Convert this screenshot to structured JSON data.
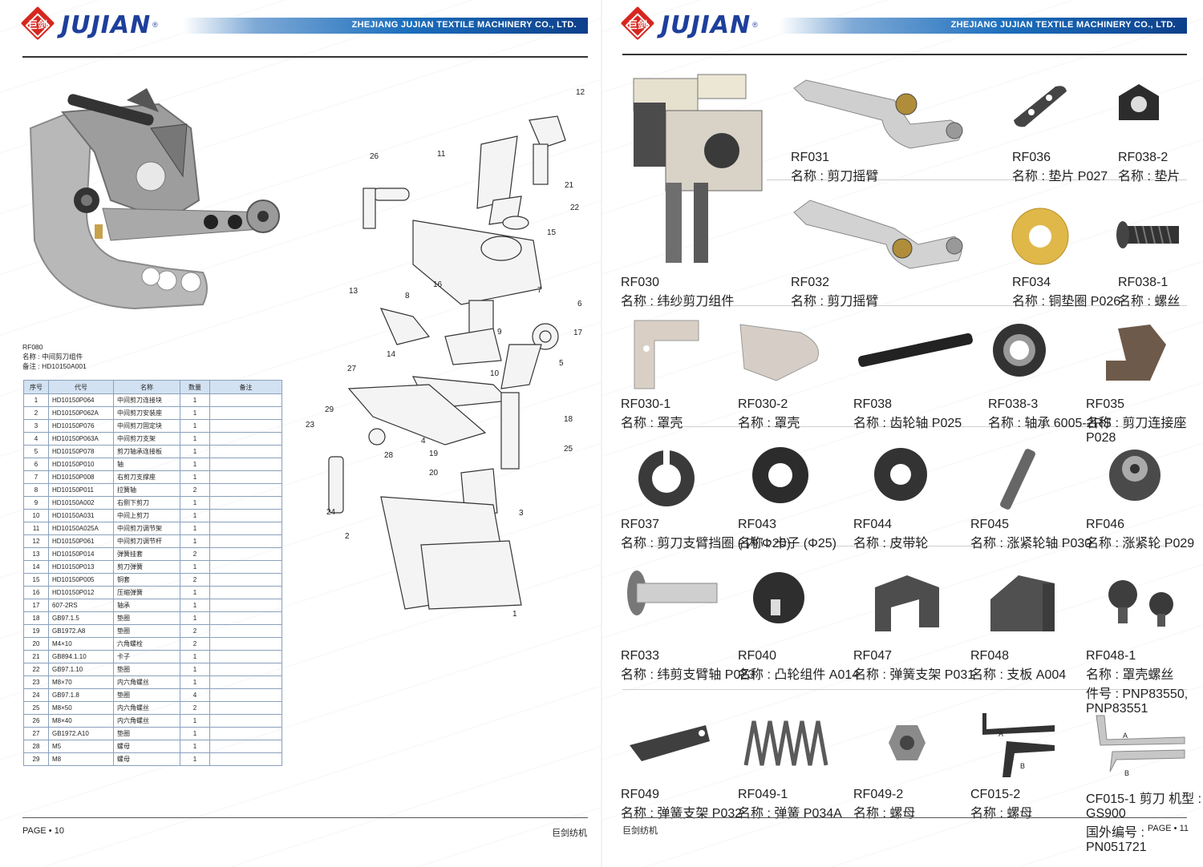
{
  "brand": {
    "logo_cn": "巨剑",
    "logo_en": "JUJIAN",
    "reg": "®",
    "company": "ZHEJIANG JUJIAN TEXTILE MACHINERY CO., LTD."
  },
  "left": {
    "product": {
      "code": "RF080",
      "name": "名称 : 中间剪刀组件",
      "note": "备注 : HD10150A001"
    },
    "table": {
      "headers": [
        "序号",
        "代号",
        "名称",
        "数量",
        "备注"
      ],
      "rows": [
        [
          "1",
          "HD10150P064",
          "中间剪刀连接块",
          "1",
          ""
        ],
        [
          "2",
          "HD10150P062A",
          "中间剪刀安装座",
          "1",
          ""
        ],
        [
          "3",
          "HD10150P076",
          "中间剪刀固定块",
          "1",
          ""
        ],
        [
          "4",
          "HD10150P063A",
          "中间剪刀支架",
          "1",
          ""
        ],
        [
          "5",
          "HD10150P078",
          "剪刀轴承连接板",
          "1",
          ""
        ],
        [
          "6",
          "HD10150P010",
          "轴",
          "1",
          ""
        ],
        [
          "7",
          "HD10150P008",
          "右剪刀支撑座",
          "1",
          ""
        ],
        [
          "8",
          "HD10150P011",
          "拉簧轴",
          "2",
          ""
        ],
        [
          "9",
          "HD10150A002",
          "右侧下剪刀",
          "1",
          ""
        ],
        [
          "10",
          "HD10150A031",
          "中间上剪刀",
          "1",
          ""
        ],
        [
          "11",
          "HD10150A025A",
          "中间剪刀调节架",
          "1",
          ""
        ],
        [
          "12",
          "HD10150P061",
          "中间剪刀调节杆",
          "1",
          ""
        ],
        [
          "13",
          "HD10150P014",
          "弹簧挂套",
          "2",
          ""
        ],
        [
          "14",
          "HD10150P013",
          "剪刀弹簧",
          "1",
          ""
        ],
        [
          "15",
          "HD10150P005",
          "铜套",
          "2",
          ""
        ],
        [
          "16",
          "HD10150P012",
          "压缩弹簧",
          "1",
          ""
        ],
        [
          "17",
          "607-2RS",
          "轴承",
          "1",
          ""
        ],
        [
          "18",
          "GB97.1.5",
          "垫圈",
          "1",
          ""
        ],
        [
          "19",
          "GB1972.A8",
          "垫圈",
          "2",
          ""
        ],
        [
          "20",
          "M4×10",
          "六角螺栓",
          "2",
          ""
        ],
        [
          "21",
          "GB894.1.10",
          "卡子",
          "1",
          ""
        ],
        [
          "22",
          "GB97.1.10",
          "垫圈",
          "1",
          ""
        ],
        [
          "23",
          "M8×70",
          "内六角螺丝",
          "1",
          ""
        ],
        [
          "24",
          "GB97.1.8",
          "垫圈",
          "4",
          ""
        ],
        [
          "25",
          "M8×50",
          "内六角螺丝",
          "2",
          ""
        ],
        [
          "26",
          "M8×40",
          "内六角螺丝",
          "1",
          ""
        ],
        [
          "27",
          "GB1972.A10",
          "垫圈",
          "1",
          ""
        ],
        [
          "28",
          "M5",
          "螺母",
          "1",
          ""
        ],
        [
          "29",
          "M8",
          "螺母",
          "1",
          ""
        ]
      ]
    },
    "diagram_numbers": [
      "12",
      "11",
      "26",
      "21",
      "22",
      "15",
      "7",
      "16",
      "6",
      "13",
      "8",
      "9",
      "17",
      "14",
      "5",
      "27",
      "10",
      "18",
      "29",
      "4",
      "28",
      "19",
      "25",
      "23",
      "20",
      "3",
      "24",
      "2",
      "1"
    ],
    "footer": {
      "page": "PAGE • 10",
      "brand": "巨剑纺机"
    }
  },
  "right": {
    "items": [
      {
        "code": "RF030",
        "name": "名称 : 纬纱剪刀组件"
      },
      {
        "code": "RF031",
        "name": "名称 : 剪刀摇臂"
      },
      {
        "code": "RF036",
        "name": "名称 : 垫片 P027"
      },
      {
        "code": "RF038-2",
        "name": "名称 : 垫片"
      },
      {
        "code": "RF032",
        "name": "名称 : 剪刀摇臂"
      },
      {
        "code": "RF034",
        "name": "名称 : 铜垫圈 P026"
      },
      {
        "code": "RF038-1",
        "name": "名称 : 螺丝"
      },
      {
        "code": "RF030-1",
        "name": "名称 : 罩壳"
      },
      {
        "code": "RF030-2",
        "name": "名称 : 罩壳"
      },
      {
        "code": "RF038",
        "name": "名称 : 齿轮轴 P025"
      },
      {
        "code": "RF038-3",
        "name": "名称 : 轴承 6005-2RS"
      },
      {
        "code": "RF035",
        "name": "名称 : 剪刀连接座 P028"
      },
      {
        "code": "RF037",
        "name": "名称 : 剪刀支臂挡圈 ( 内 Φ20)"
      },
      {
        "code": "RF043",
        "name": "名称 : 卡子 (Φ25)"
      },
      {
        "code": "RF044",
        "name": "名称 : 皮带轮"
      },
      {
        "code": "RF045",
        "name": "名称 : 涨紧轮轴 P030"
      },
      {
        "code": "RF046",
        "name": "名称 : 涨紧轮 P029"
      },
      {
        "code": "RF033",
        "name": "名称 : 纬剪支臂轴 P023"
      },
      {
        "code": "RF040",
        "name": "名称 : 凸轮组件 A014"
      },
      {
        "code": "RF047",
        "name": "名称 : 弹簧支架 P031"
      },
      {
        "code": "RF048",
        "name": "名称 : 支板 A004"
      },
      {
        "code": "RF048-1",
        "name": "名称 : 罩壳螺丝",
        "extra": "件号 : PNP83550, PNP83551"
      },
      {
        "code": "RF049",
        "name": "名称 : 弹簧支架 P032"
      },
      {
        "code": "RF049-1",
        "name": "名称 : 弹簧 P034A"
      },
      {
        "code": "RF049-2",
        "name": "名称 : 螺母"
      },
      {
        "code": "CF015-2",
        "name": "名称 : 螺母"
      },
      {
        "code": "CF015-1 剪刀  机型 : GS900",
        "name": "国外编号 : PN051721"
      }
    ],
    "blade_labels": {
      "a": "A",
      "b": "B"
    },
    "footer": {
      "page": "PAGE • 11",
      "brand": "巨剑纺机"
    }
  },
  "colors": {
    "brand_blue": "#1e3f9c",
    "brand_red": "#d7261e",
    "table_header": "#d3e2f2"
  }
}
